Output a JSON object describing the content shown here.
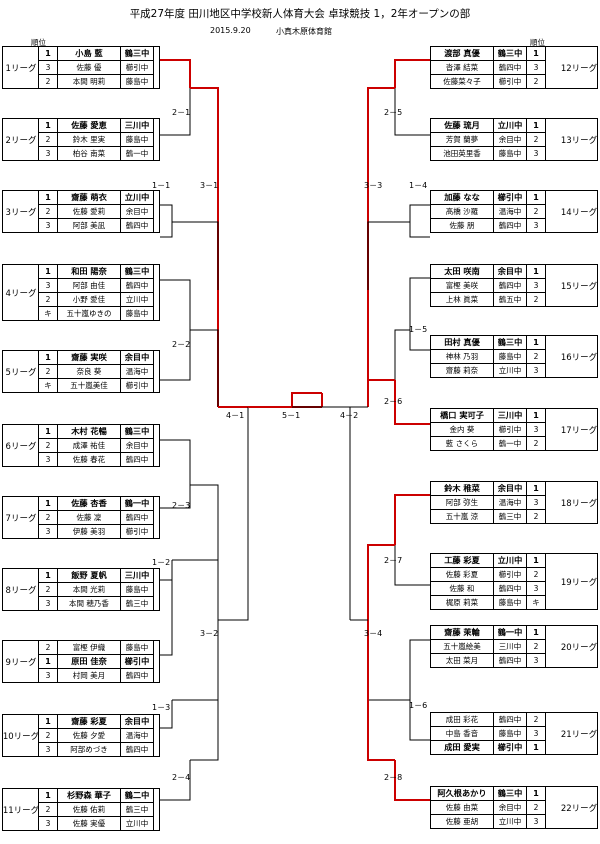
{
  "header": {
    "title": "平成27年度 田川地区中学校新人体育大会 卓球競技 1，2年オープンの部",
    "date": "2015.9.20",
    "venue": "小真木原体育館",
    "rank_label_left": "順位",
    "rank_label_right": "順位"
  },
  "left_leagues": [
    {
      "label": "1リーグ",
      "rows": [
        [
          "1",
          "小島 藍",
          "鶴三中"
        ],
        [
          "3",
          "佐藤 優",
          "櫛引中"
        ],
        [
          "2",
          "本間 明莉",
          "藤島中"
        ]
      ]
    },
    {
      "label": "2リーグ",
      "rows": [
        [
          "1",
          "佐藤 愛恵",
          "三川中"
        ],
        [
          "2",
          "鈴木 里実",
          "藤島中"
        ],
        [
          "3",
          "柏谷 南菜",
          "鶴一中"
        ]
      ]
    },
    {
      "label": "3リーグ",
      "rows": [
        [
          "1",
          "齋藤 萌衣",
          "立川中"
        ],
        [
          "2",
          "佐藤 愛莉",
          "余目中"
        ],
        [
          "3",
          "阿部 美凪",
          "鶴四中"
        ]
      ]
    },
    {
      "label": "4リーグ",
      "rows": [
        [
          "1",
          "和田 陽奈",
          "鶴三中"
        ],
        [
          "3",
          "阿部 由佳",
          "鶴四中"
        ],
        [
          "2",
          "小野 愛佳",
          "立川中"
        ],
        [
          "キ",
          "五十嵐ゆきの",
          "藤島中"
        ]
      ]
    },
    {
      "label": "5リーグ",
      "rows": [
        [
          "1",
          "齋藤 実咲",
          "余目中"
        ],
        [
          "2",
          "奈良 葵",
          "温海中"
        ],
        [
          "キ",
          "五十嵐美佳",
          "櫛引中"
        ]
      ]
    },
    {
      "label": "6リーグ",
      "rows": [
        [
          "1",
          "木村 花暢",
          "鶴三中"
        ],
        [
          "2",
          "成澤 祐佳",
          "余目中"
        ],
        [
          "3",
          "佐藤 春花",
          "鶴四中"
        ]
      ]
    },
    {
      "label": "7リーグ",
      "rows": [
        [
          "1",
          "佐藤 杏香",
          "鶴一中"
        ],
        [
          "2",
          "佐藤 凜",
          "鶴四中"
        ],
        [
          "3",
          "伊藤 美羽",
          "櫛引中"
        ]
      ]
    },
    {
      "label": "8リーグ",
      "rows": [
        [
          "1",
          "飯野 夏帆",
          "三川中"
        ],
        [
          "2",
          "本間 光莉",
          "藤島中"
        ],
        [
          "3",
          "本間 穂乃香",
          "鶴三中"
        ]
      ]
    },
    {
      "label": "9リーグ",
      "rows": [
        [
          "2",
          "富樫 伊織",
          "藤島中"
        ],
        [
          "1",
          "原田 佳奈",
          "櫛引中"
        ],
        [
          "3",
          "村岡 美月",
          "鶴四中"
        ]
      ]
    },
    {
      "label": "10リーグ",
      "rows": [
        [
          "1",
          "齋藤 彩夏",
          "余目中"
        ],
        [
          "2",
          "佐藤 夕愛",
          "温海中"
        ],
        [
          "3",
          "阿部めづき",
          "鶴四中"
        ]
      ]
    },
    {
      "label": "11リーグ",
      "rows": [
        [
          "1",
          "杉野森 華子",
          "鶴二中"
        ],
        [
          "2",
          "佐藤 佑莉",
          "鶴三中"
        ],
        [
          "3",
          "佐藤 実優",
          "立川中"
        ]
      ]
    }
  ],
  "right_leagues": [
    {
      "label": "12リーグ",
      "rows": [
        [
          "渡部 真優",
          "鶴三中",
          "1"
        ],
        [
          "沓澤 結菜",
          "鶴四中",
          "3"
        ],
        [
          "佐藤菜々子",
          "櫛引中",
          "2"
        ]
      ]
    },
    {
      "label": "13リーグ",
      "rows": [
        [
          "佐藤 琉月",
          "立川中",
          "1"
        ],
        [
          "芳賀 蘭夢",
          "余目中",
          "2"
        ],
        [
          "池田英里香",
          "藤島中",
          "3"
        ]
      ]
    },
    {
      "label": "14リーグ",
      "rows": [
        [
          "加藤 なな",
          "櫛引中",
          "1"
        ],
        [
          "髙橋 沙羅",
          "温海中",
          "2"
        ],
        [
          "佐藤 朋",
          "鶴四中",
          "3"
        ]
      ]
    },
    {
      "label": "15リーグ",
      "rows": [
        [
          "太田 咲南",
          "余目中",
          "1"
        ],
        [
          "富樫 美咲",
          "鶴四中",
          "3"
        ],
        [
          "上林 眞菜",
          "鶴五中",
          "2"
        ]
      ]
    },
    {
      "label": "16リーグ",
      "rows": [
        [
          "田村 真優",
          "鶴三中",
          "1"
        ],
        [
          "神林 乃羽",
          "藤島中",
          "2"
        ],
        [
          "齋藤 莉奈",
          "立川中",
          "3"
        ]
      ]
    },
    {
      "label": "17リーグ",
      "rows": [
        [
          "橋口 実可子",
          "三川中",
          "1"
        ],
        [
          "金内 葵",
          "櫛引中",
          "3"
        ],
        [
          "藍 さくら",
          "鶴一中",
          "2"
        ]
      ]
    },
    {
      "label": "18リーグ",
      "rows": [
        [
          "鈴木 稚菜",
          "余目中",
          "1"
        ],
        [
          "阿部 弥生",
          "温海中",
          "3"
        ],
        [
          "五十嵐 涼",
          "鶴三中",
          "2"
        ]
      ]
    },
    {
      "label": "19リーグ",
      "rows": [
        [
          "工藤 彩夏",
          "立川中",
          "1"
        ],
        [
          "佐藤 彩夏",
          "櫛引中",
          "2"
        ],
        [
          "佐藤 和",
          "鶴四中",
          "3"
        ],
        [
          "梶原 莉菜",
          "藤島中",
          "キ"
        ]
      ]
    },
    {
      "label": "20リーグ",
      "rows": [
        [
          "齋藤 茉輪",
          "鶴一中",
          "1"
        ],
        [
          "五十嵐絵美",
          "三川中",
          "2"
        ],
        [
          "太田 菜月",
          "鶴四中",
          "3"
        ]
      ]
    },
    {
      "label": "21リーグ",
      "rows": [
        [
          "成田 彩花",
          "鶴四中",
          "2"
        ],
        [
          "中島 香音",
          "藤島中",
          "3"
        ],
        [
          "成田 愛実",
          "櫛引中",
          "1"
        ]
      ]
    },
    {
      "label": "22リーグ",
      "rows": [
        [
          "阿久根あかり",
          "鶴三中",
          "1"
        ],
        [
          "佐藤 由菜",
          "余目中",
          "2"
        ],
        [
          "佐藤 亜胡",
          "立川中",
          "3"
        ]
      ]
    }
  ],
  "rounds": {
    "l_2_1": "2－1",
    "l_1_1": "1－1",
    "l_3_1": "3－1",
    "l_2_2": "2－2",
    "l_4_1": "4－1",
    "l_2_3": "2－3",
    "l_1_2": "1－2",
    "l_3_2": "3－2",
    "l_1_3": "1－3",
    "l_2_4": "2－4",
    "final": "5－1",
    "r_2_5": "2－5",
    "r_3_3": "3－3",
    "r_1_4": "1－4",
    "r_1_5": "1－5",
    "r_2_6": "2－6",
    "r_4_2": "4－2",
    "r_2_7": "2－7",
    "r_3_4": "3－4",
    "r_1_6": "1－6",
    "r_2_8": "2－8"
  },
  "colors": {
    "winner_line": "#cc0000",
    "line": "#000000"
  }
}
